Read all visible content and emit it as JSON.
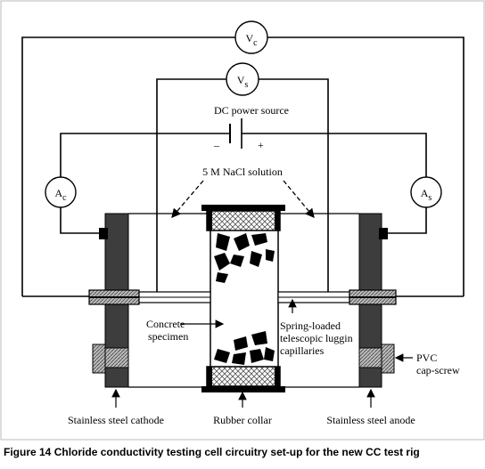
{
  "meters": {
    "vc": {
      "base": "V",
      "sub": "c"
    },
    "vs": {
      "base": "V",
      "sub": "s"
    },
    "ac": {
      "base": "A",
      "sub": "c"
    },
    "as": {
      "base": "A",
      "sub": "s"
    }
  },
  "power_source": {
    "label": "DC power source",
    "minus": "–",
    "plus": "+"
  },
  "labels": {
    "solution": "5 M NaCl solution",
    "concrete_line1": "Concrete",
    "concrete_line2": "specimen",
    "luggin_line1": "Spring-loaded",
    "luggin_line2": "telescopic luggin",
    "luggin_line3": "capillaries",
    "pvc_line1": "PVC",
    "pvc_line2": "cap-screw",
    "cathode": "Stainless steel cathode",
    "collar": "Rubber collar",
    "anode": "Stainless steel anode"
  },
  "caption": {
    "prefix": "Figure 14",
    "text": " Chloride conductivity testing cell circuitry set-up for the new CC test rig"
  },
  "colors": {
    "line": "#000000",
    "electrode": "#3a3a3a",
    "hatch": "#888888",
    "background": "#ffffff"
  }
}
